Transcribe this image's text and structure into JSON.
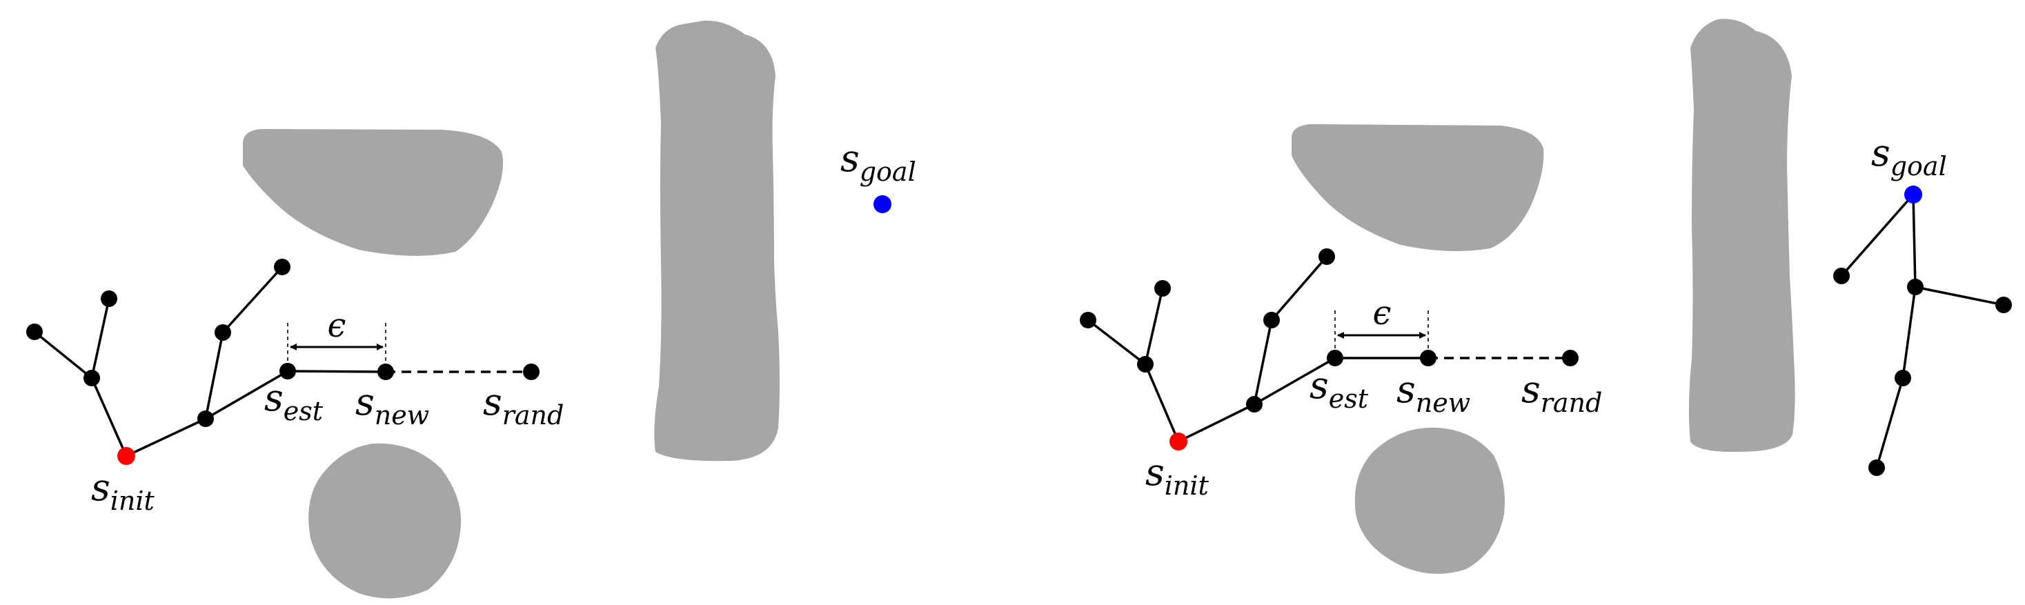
{
  "colors": {
    "background": "#ffffff",
    "obstacle": "#a6a6a6",
    "node": "#000000",
    "init_node": "#ff0000",
    "goal_node": "#0000ff",
    "edge": "#000000"
  },
  "labels": {
    "s_symbol": "s",
    "init_sub": "init",
    "goal_sub": "goal",
    "est_sub": "est",
    "new_sub": "new",
    "rand_sub": "rand",
    "epsilon": "ϵ"
  }
}
